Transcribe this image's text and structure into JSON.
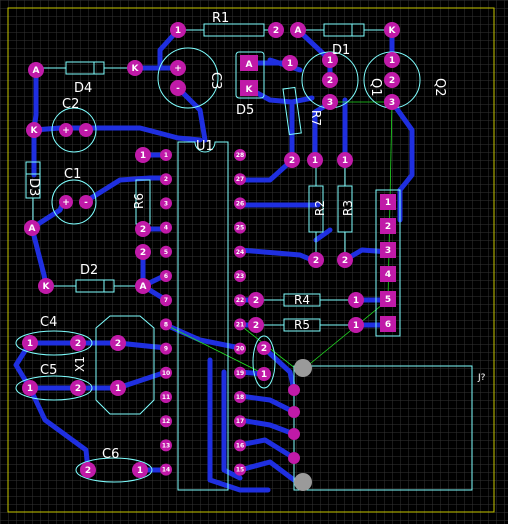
{
  "colors": {
    "background": "#000000",
    "grid": "#3a3a3a",
    "border": "#c8c800",
    "trace": "#1f2fe0",
    "pad": "#c01aa8",
    "outline": "#7fffff",
    "ratsnest": "#22dd22",
    "silk": "#ffffff",
    "mounting_hole": "#9a9a9a"
  },
  "labels": {
    "r1": "R1",
    "r2": "R2",
    "r3": "R3",
    "r4": "R4",
    "r5": "R5",
    "r6": "R6",
    "r7": "R7",
    "d1": "D1",
    "d2": "D2",
    "d3": "D3",
    "d4": "D4",
    "d5": "D5",
    "c1": "C1",
    "c2": "C2",
    "c3": "C3",
    "c4": "C4",
    "c5": "C5",
    "c6": "C6",
    "u1": "U1",
    "x1": "X1",
    "q1": "Q1",
    "q2": "Q2",
    "conn": "J?"
  },
  "pad_text": {
    "anode": "A",
    "cathode": "K",
    "plus": "+",
    "minus": "-",
    "one": "1",
    "two": "2",
    "three": "3",
    "four": "4",
    "five": "5",
    "six": "6"
  },
  "ic_pins_left": [
    "1",
    "2",
    "3",
    "4",
    "5",
    "6",
    "7",
    "8",
    "9",
    "10",
    "11",
    "12",
    "13",
    "14"
  ],
  "ic_pins_right": [
    "28",
    "27",
    "26",
    "25",
    "24",
    "23",
    "22",
    "21",
    "20",
    "19",
    "18",
    "17",
    "16",
    "15"
  ]
}
